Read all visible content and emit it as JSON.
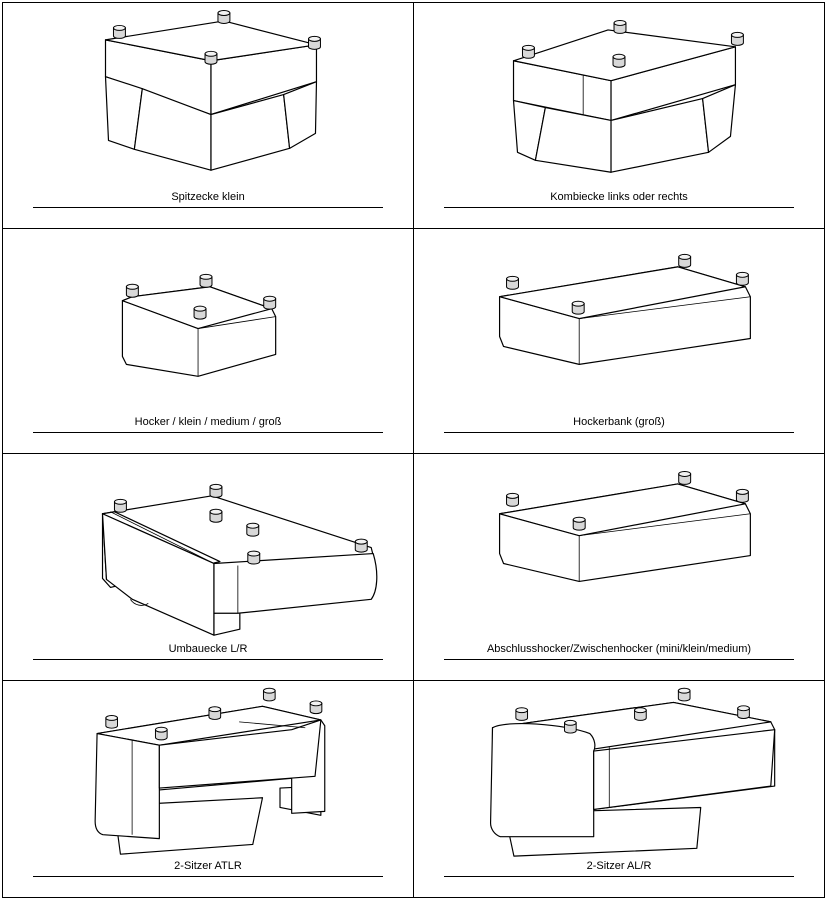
{
  "cells": [
    {
      "label": "Spitzecke klein"
    },
    {
      "label": "Kombiecke links oder rechts"
    },
    {
      "label": "Hocker / klein / medium / groß"
    },
    {
      "label": "Hockerbank (groß)"
    },
    {
      "label": "Umbauecke L/R"
    },
    {
      "label": "Abschlusshocker/Zwischenhocker (mini/klein/medium)"
    },
    {
      "label": "2-Sitzer ATLR"
    },
    {
      "label": "2-Sitzer AL/R"
    }
  ]
}
